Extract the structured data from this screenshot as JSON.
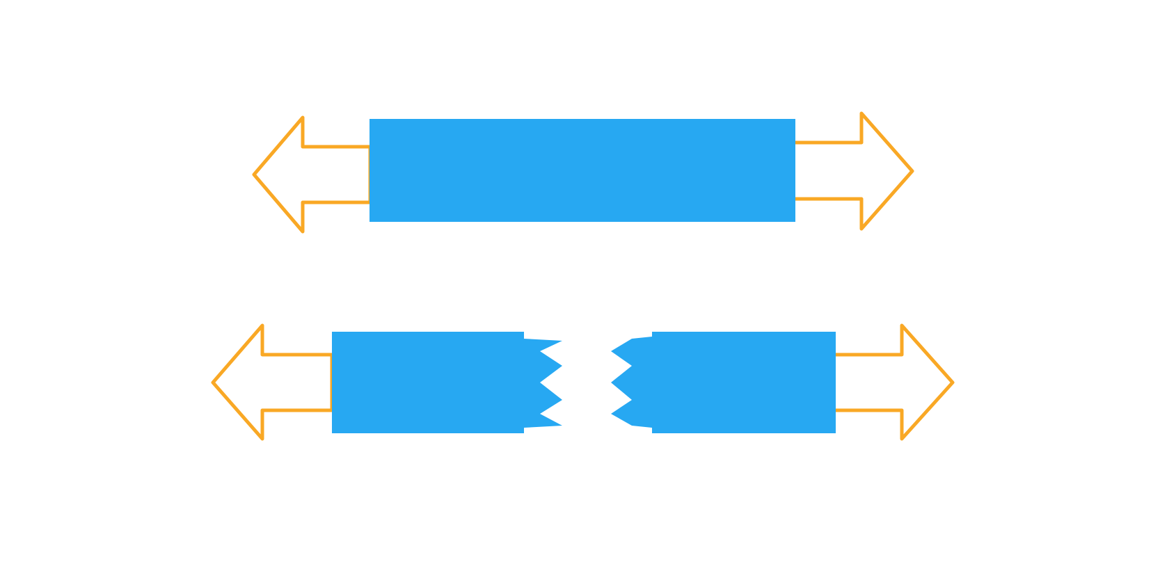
{
  "colors": {
    "background": "#ffffff",
    "block": "#27a8f2",
    "arrow_stroke": "#f9a825"
  },
  "diagram": {
    "top_group": {
      "block": "intact-bar",
      "left_arrow": "left-outline-arrow",
      "right_arrow": "right-outline-arrow"
    },
    "bottom_group": {
      "left_block": "torn-bar-left-half",
      "right_block": "torn-bar-right-half",
      "left_arrow": "left-outline-arrow",
      "right_arrow": "right-outline-arrow"
    }
  }
}
